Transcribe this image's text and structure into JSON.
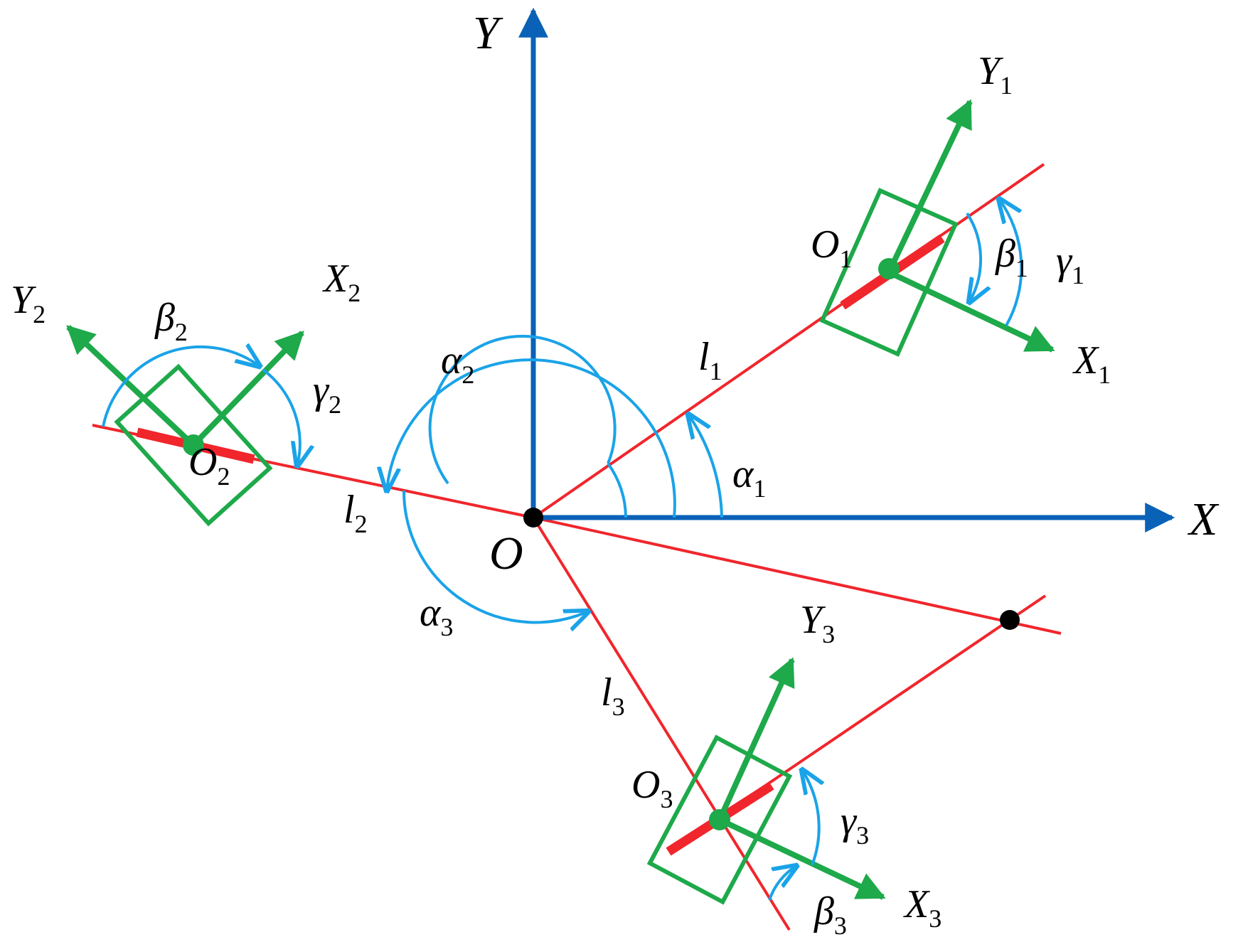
{
  "colors": {
    "axis": "#0a62b8",
    "link": "#f0262c",
    "frame": "#1ea94a",
    "angle": "#1aa3e8",
    "point": "#000000"
  },
  "labels": {
    "X": "X",
    "Y": "Y",
    "O": "O",
    "l1": {
      "base": "l",
      "sub": "1"
    },
    "l2": {
      "base": "l",
      "sub": "2"
    },
    "l3": {
      "base": "l",
      "sub": "3"
    },
    "O1": {
      "base": "O",
      "sub": "1"
    },
    "O2": {
      "base": "O",
      "sub": "2"
    },
    "O3": {
      "base": "O",
      "sub": "3"
    },
    "X1": {
      "base": "X",
      "sub": "1"
    },
    "Y1": {
      "base": "Y",
      "sub": "1"
    },
    "X2": {
      "base": "X",
      "sub": "2"
    },
    "Y2": {
      "base": "Y",
      "sub": "2"
    },
    "X3": {
      "base": "X",
      "sub": "3"
    },
    "Y3": {
      "base": "Y",
      "sub": "3"
    },
    "alpha1": {
      "base": "α",
      "sub": "1"
    },
    "alpha2": {
      "base": "α",
      "sub": "2"
    },
    "alpha3": {
      "base": "α",
      "sub": "3"
    },
    "beta1": {
      "base": "β",
      "sub": "1"
    },
    "beta2": {
      "base": "β",
      "sub": "2"
    },
    "beta3": {
      "base": "β",
      "sub": "3"
    },
    "gamma1": {
      "base": "γ",
      "sub": "1"
    },
    "gamma2": {
      "base": "γ",
      "sub": "2"
    },
    "gamma3": {
      "base": "γ",
      "sub": "3"
    }
  }
}
